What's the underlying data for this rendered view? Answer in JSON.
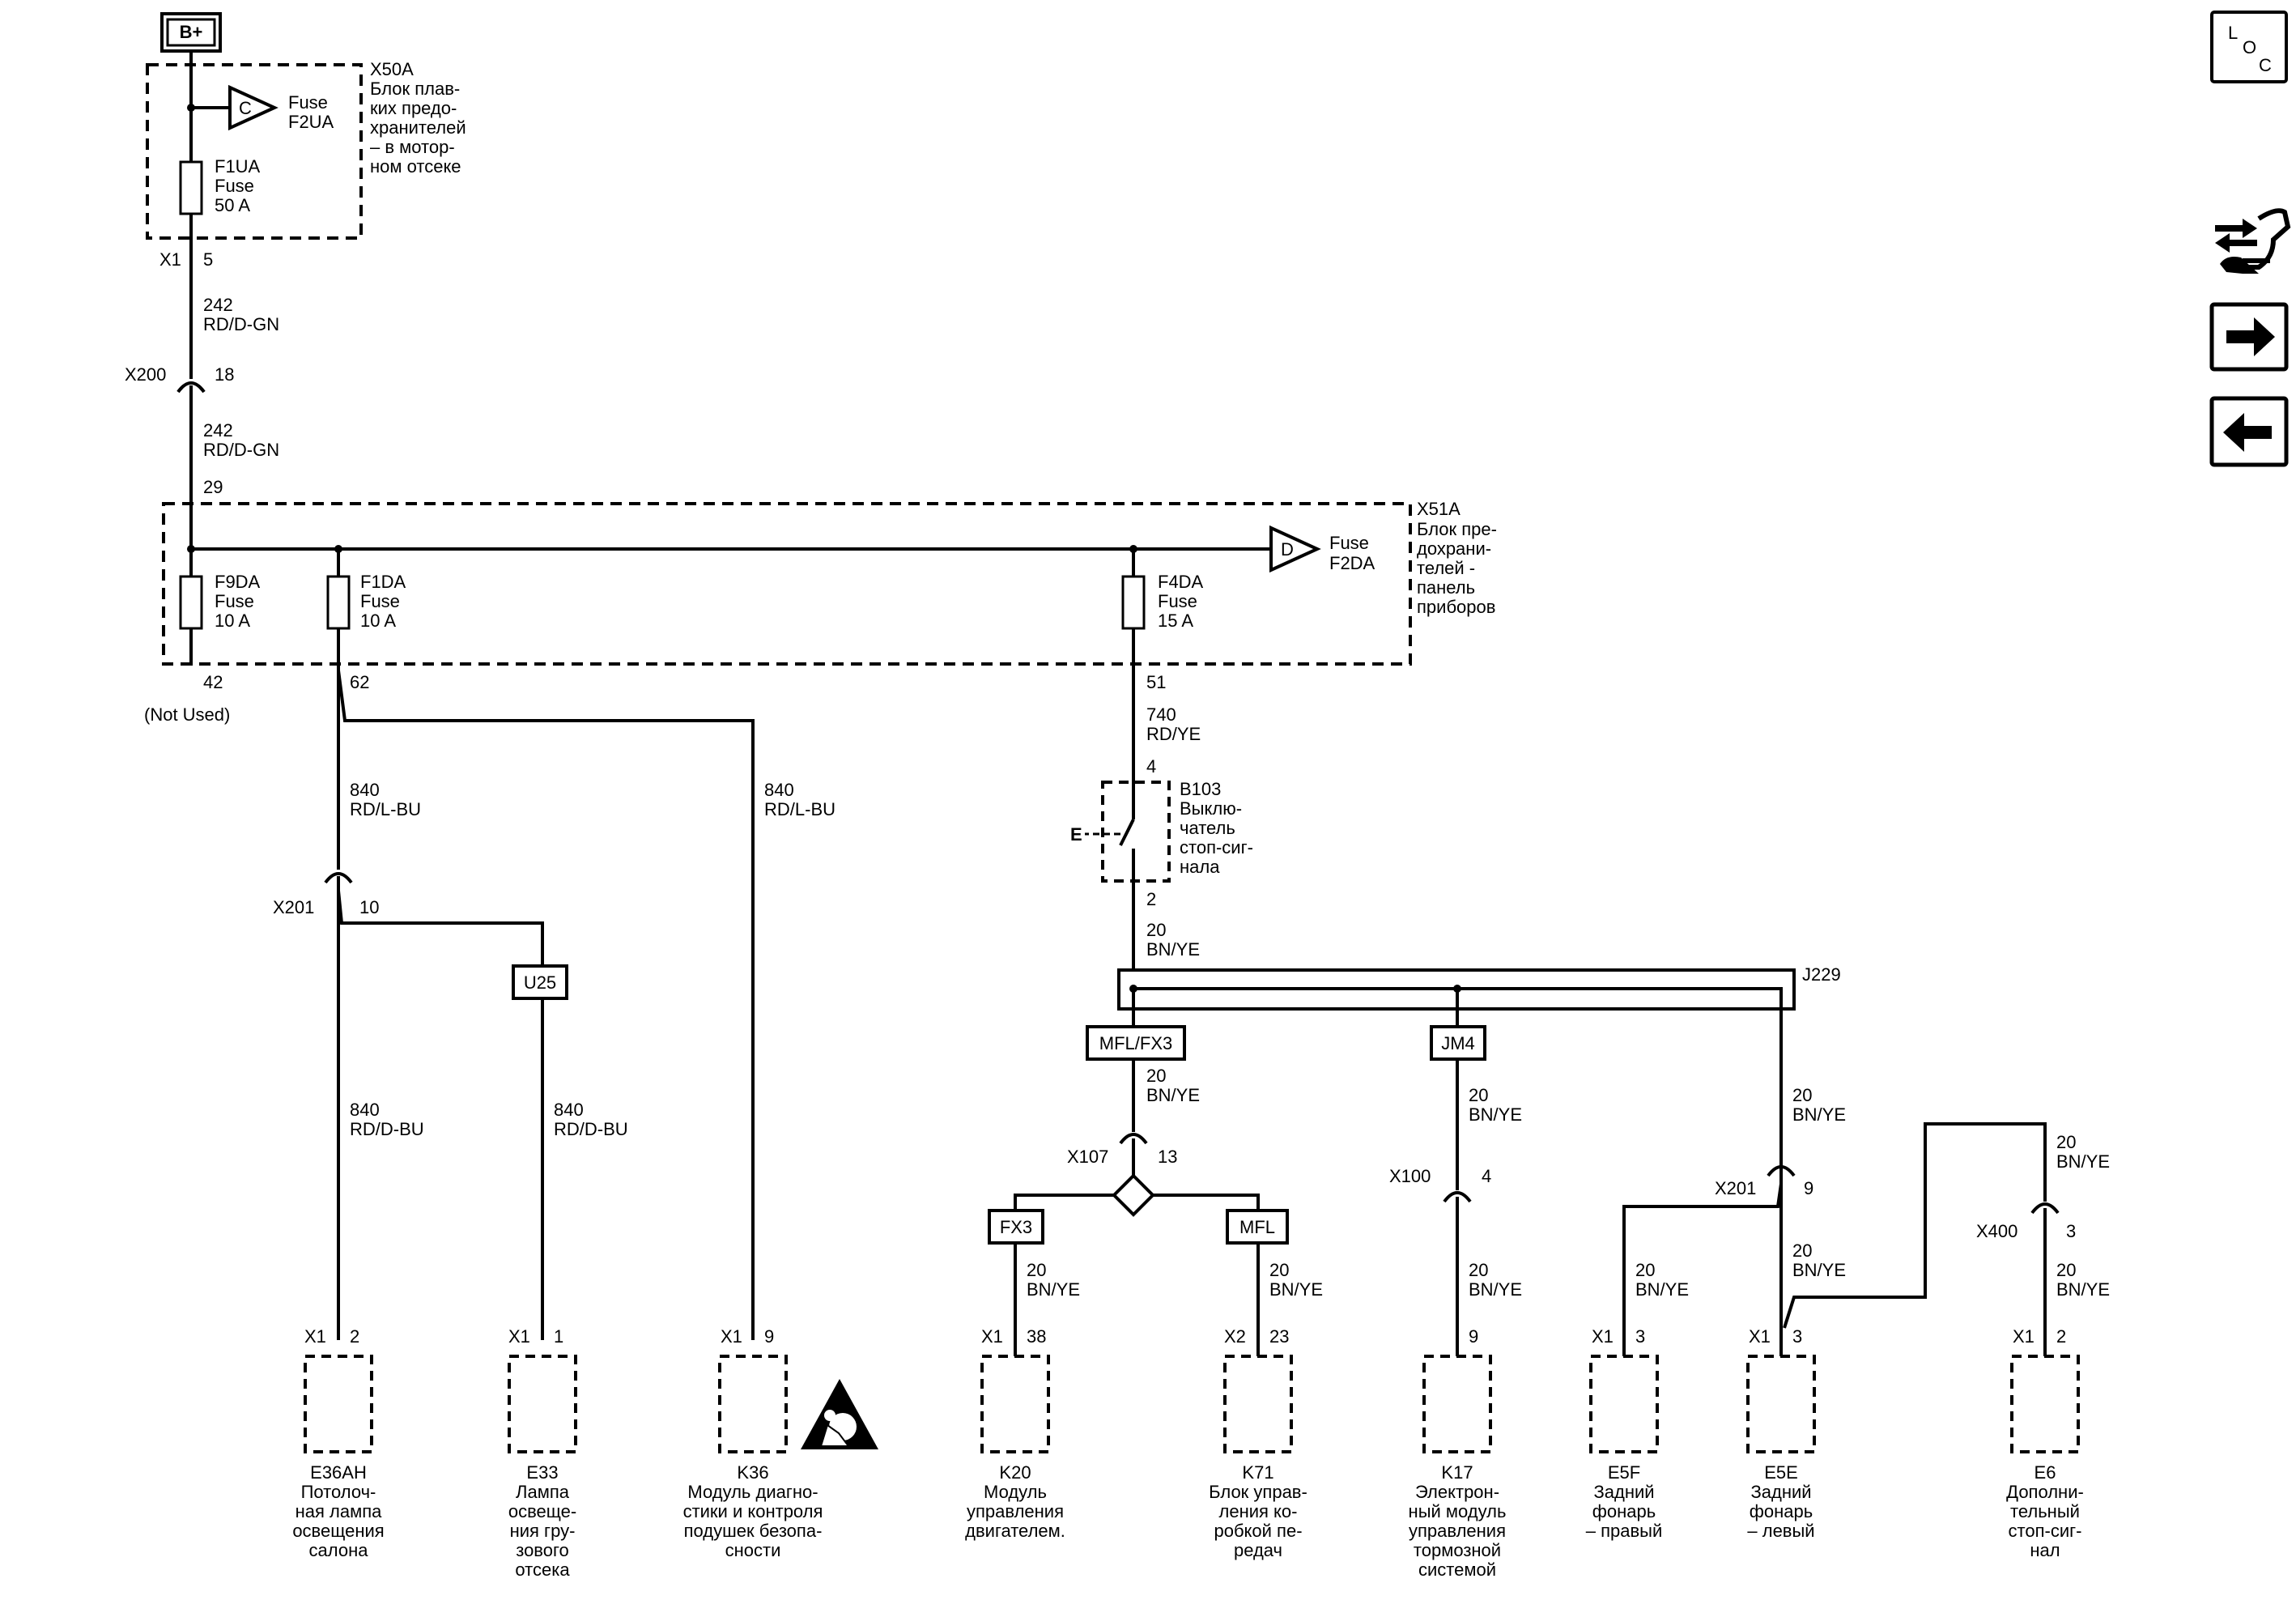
{
  "supply": {
    "label": "B+"
  },
  "fuse_block_engine": {
    "name": "X50A",
    "desc": [
      "Блок плав-",
      "ких предо-",
      "хранителей",
      "– в мотор-",
      "ном отсеке"
    ],
    "fuse_out": {
      "letter": "C",
      "line1": "Fuse",
      "line2": "F2UA"
    },
    "fuse_main": {
      "name": "F1UA",
      "type": "Fuse",
      "rating": "50 A"
    },
    "connector": "X1",
    "pin": "5"
  },
  "wire_a": {
    "num": "242",
    "color": "RD/D-GN"
  },
  "inline_x200": {
    "name": "X200",
    "pin": "18"
  },
  "wire_b": {
    "num": "242",
    "color": "RD/D-GN"
  },
  "fuse_block_ip": {
    "pin_in": "29",
    "name": "X51A",
    "desc": [
      "Блок пре-",
      "дохрани-",
      "телей -",
      "панель",
      "приборов"
    ],
    "fuse_out": {
      "letter": "D",
      "line1": "Fuse",
      "line2": "F2DA"
    },
    "fuses": [
      {
        "name": "F9DA",
        "type": "Fuse",
        "rating": "10 A",
        "pin": "42"
      },
      {
        "name": "F1DA",
        "type": "Fuse",
        "rating": "10 A",
        "pin": "62"
      },
      {
        "name": "F4DA",
        "type": "Fuse",
        "rating": "15 A",
        "pin": "51"
      }
    ],
    "not_used": "(Not Used)"
  },
  "wire_840_left": {
    "num": "840",
    "color": "RD/L-BU"
  },
  "wire_840_right": {
    "num": "840",
    "color": "RD/L-BU"
  },
  "inline_x201_a": {
    "name": "X201",
    "pin": "10"
  },
  "splice_u25": "U25",
  "wire_840_e36": {
    "num": "840",
    "color": "RD/D-BU"
  },
  "wire_840_e33": {
    "num": "840",
    "color": "RD/D-BU"
  },
  "wire_740": {
    "num": "740",
    "color": "RD/YE"
  },
  "switch_b103": {
    "pin_top": "4",
    "pin_bot": "2",
    "name": "B103",
    "desc": [
      "Выклю-",
      "чатель",
      "стоп-сиг-",
      "нала"
    ],
    "pedal": "E"
  },
  "wire_20_after_switch": {
    "num": "20",
    "color": "BN/YE"
  },
  "splice_pack": {
    "name": "J229"
  },
  "option_mfl_fx3": "MFL/FX3",
  "option_jm4": "JM4",
  "wire_20_mfl": {
    "num": "20",
    "color": "BN/YE"
  },
  "inline_x107": {
    "name": "X107",
    "pin": "13"
  },
  "option_fx3": "FX3",
  "option_mfl": "MFL",
  "wire_20_fx3": {
    "num": "20",
    "color": "BN/YE"
  },
  "wire_20_mfl2": {
    "num": "20",
    "color": "BN/YE"
  },
  "wire_20_jm4": {
    "num": "20",
    "color": "BN/YE"
  },
  "inline_x100": {
    "name": "X100",
    "pin": "4"
  },
  "wire_20_k17": {
    "num": "20",
    "color": "BN/YE"
  },
  "wire_20_j229_right": {
    "num": "20",
    "color": "BN/YE"
  },
  "inline_x201_b": {
    "name": "X201",
    "pin": "9"
  },
  "wire_20_e5f": {
    "num": "20",
    "color": "BN/YE"
  },
  "wire_20_e5e": {
    "num": "20",
    "color": "BN/YE"
  },
  "wire_20_e6_top": {
    "num": "20",
    "color": "BN/YE"
  },
  "inline_x400": {
    "name": "X400",
    "pin": "3"
  },
  "wire_20_e6": {
    "num": "20",
    "color": "BN/YE"
  },
  "components": [
    {
      "conn": "X1",
      "pin": "2",
      "name": "E36AH",
      "desc": [
        "Потолоч-",
        "ная лампа",
        "освещения",
        "салона"
      ]
    },
    {
      "conn": "X1",
      "pin": "1",
      "name": "E33",
      "desc": [
        "Лампа",
        "освеще-",
        "ния гру-",
        "зового",
        "отсека"
      ]
    },
    {
      "conn": "X1",
      "pin": "9",
      "name": "K36",
      "desc": [
        "Модуль диагно-",
        "стики и контроля",
        "подушек безопа-",
        "сности"
      ]
    },
    {
      "conn": "X1",
      "pin": "38",
      "name": "K20",
      "desc": [
        "Модуль",
        "управления",
        "двигателем."
      ]
    },
    {
      "conn": "X2",
      "pin": "23",
      "name": "K71",
      "desc": [
        "Блок управ-",
        "ления ко-",
        "робкой пе-",
        "редач"
      ]
    },
    {
      "conn": "",
      "pin": "9",
      "name": "K17",
      "desc": [
        "Электрон-",
        "ный модуль",
        "управления",
        "тормозной",
        "системой"
      ]
    },
    {
      "conn": "X1",
      "pin": "3",
      "name": "E5F",
      "desc": [
        "Задний",
        "фонарь",
        "– правый"
      ]
    },
    {
      "conn": "X1",
      "pin": "3",
      "name": "E5E",
      "desc": [
        "Задний",
        "фонарь",
        "– левый"
      ]
    },
    {
      "conn": "X1",
      "pin": "2",
      "name": "E6",
      "desc": [
        "Дополни-",
        "тельный",
        "стоп-сиг-",
        "нал"
      ]
    }
  ],
  "side_nav": {
    "loc_l": "L",
    "loc_o": "O",
    "loc_c": "C"
  },
  "icons": [
    "loc-icon",
    "wrench-connector-icon",
    "arrow-right-icon",
    "arrow-left-icon",
    "airbag-warning-icon"
  ]
}
